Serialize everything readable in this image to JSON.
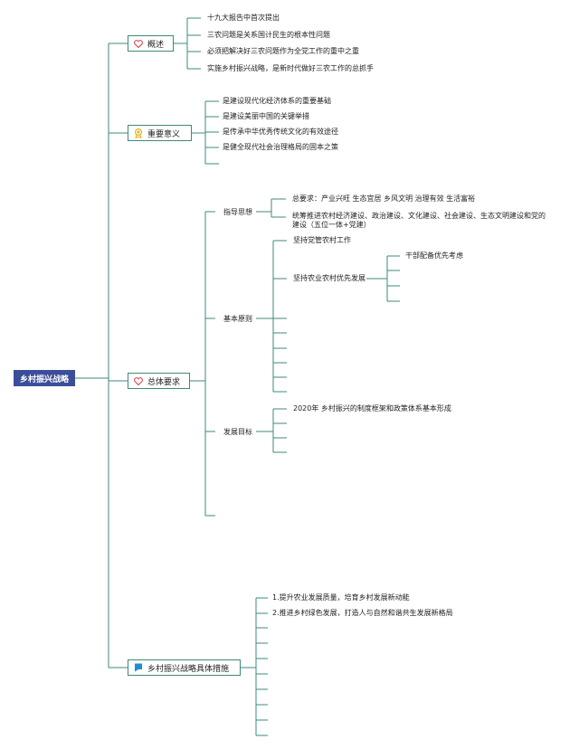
{
  "root": "乡村振兴战略",
  "branches": {
    "overview": {
      "label": "概述",
      "icon": "heart-icon",
      "items": [
        "十九大报告中首次提出",
        "三农问题是关系国计民生的根本性问题",
        "必须把解决好三农问题作为全党工作的重中之重",
        "实施乡村振兴战略，是新时代做好三农工作的总抓手"
      ]
    },
    "significance": {
      "label": "重要意义",
      "icon": "badge-icon",
      "items": [
        "是建设现代化经济体系的重要基础",
        "是建设美丽中国的关键举措",
        "是传承中华优秀传统文化的有效途径",
        "是健全现代社会治理格局的固本之策"
      ]
    },
    "requirements": {
      "label": "总体要求",
      "icon": "heart-icon",
      "guiding": {
        "label": "指导思想",
        "items": [
          "总要求：产业兴旺 生态宜居 乡风文明 治理有效 生活富裕",
          "统筹推进农村经济建设、政治建设、文化建设、社会建设、生态文明建设和党的建设（五位一体+党建）"
        ]
      },
      "principles": {
        "label": "基本原则",
        "items": [
          "坚持党管农村工作",
          "坚持农业农村优先发展"
        ],
        "sub_items": [
          "干部配备优先考虑"
        ]
      },
      "goals": {
        "label": "发展目标",
        "items": [
          "2020年 乡村振兴的制度框架和政策体系基本形成"
        ]
      }
    },
    "measures": {
      "label": "乡村振兴战略具体措施",
      "icon": "flag-icon",
      "items": [
        "1.提升农业发展质量，培育乡村发展新动能",
        "2.推进乡村绿色发展，打造人与自然和谐共生发展新格局"
      ]
    }
  },
  "colors": {
    "line": "#3c8a7d",
    "root_bg": "#3c4e99",
    "heart": "#e0464a",
    "badge": "#e8b21c",
    "flag": "#1d8fd1"
  }
}
